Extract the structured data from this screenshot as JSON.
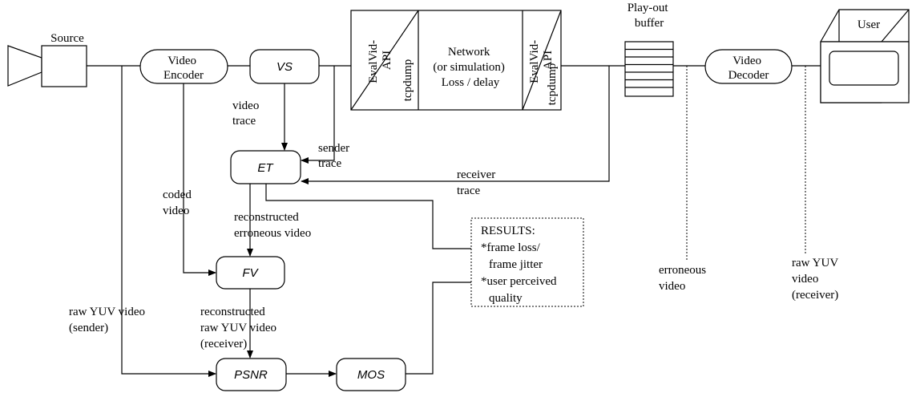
{
  "nodes": {
    "source": "Source",
    "video_encoder": [
      "Video",
      "Encoder"
    ],
    "vs": "VS",
    "evalvid_api": [
      "EvalVid-",
      "API"
    ],
    "tcpdump": "tcpdump",
    "network": [
      "Network",
      "(or simulation)",
      "Loss / delay"
    ],
    "playout_buffer": [
      "Play-out",
      "buffer"
    ],
    "video_decoder": [
      "Video",
      "Decoder"
    ],
    "user": "User",
    "et": "ET",
    "fv": "FV",
    "psnr": "PSNR",
    "mos": "MOS"
  },
  "labels": {
    "video_trace": [
      "video",
      "trace"
    ],
    "sender_trace": [
      "sender",
      "trace"
    ],
    "receiver_trace": [
      "receiver",
      "trace"
    ],
    "coded_video": [
      "coded",
      "video"
    ],
    "reconstructed_erroneous": [
      "reconstructed",
      "erroneous video"
    ],
    "raw_yuv_sender": [
      "raw YUV video",
      "(sender)"
    ],
    "reconstructed_raw": [
      "reconstructed",
      "raw YUV video",
      "(receiver)"
    ],
    "erroneous_video": [
      "erroneous",
      "video"
    ],
    "raw_yuv_receiver": [
      "raw YUV",
      "video",
      "(receiver)"
    ]
  },
  "results": [
    "RESULTS:",
    "*frame loss/",
    "frame jitter",
    "*user perceived",
    "quality"
  ]
}
